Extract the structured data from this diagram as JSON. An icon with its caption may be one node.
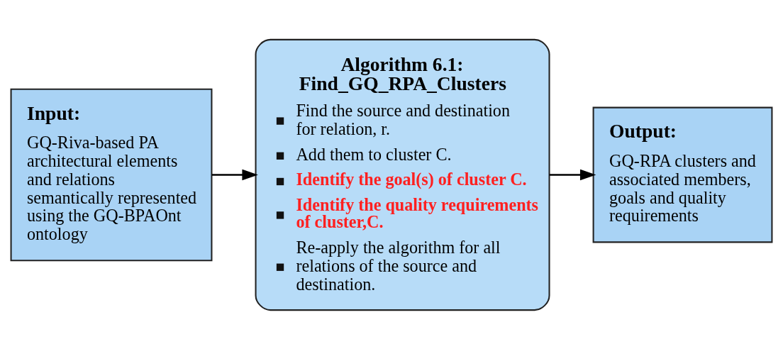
{
  "diagram": {
    "nodes": [
      {
        "text": [
          "Input:",
          "GQ-Riva-based PA architectural elements and relations semantically represented using the GQ-BPAOnt ontology"
        ]
      },
      {
        "text": [
          "Algorithm 6.1: Find_GQ_RPA_Clusters",
          "Find the source and destination for relation, r.",
          "Add them to cluster C.",
          "Identify the goal(s) of cluster C.",
          "Identify the quality requirements of cluster,C.",
          "Re-apply the algorithm for all relations of the source and destination."
        ]
      },
      {
        "text": [
          "Output:",
          "GQ-RPA clusters and associated members, goals and quality requirements"
        ]
      }
    ],
    "edges": [
      {
        "from": 0,
        "to": 1,
        "arrow": "to"
      },
      {
        "from": 1,
        "to": 2,
        "arrow": "to"
      }
    ]
  }
}
